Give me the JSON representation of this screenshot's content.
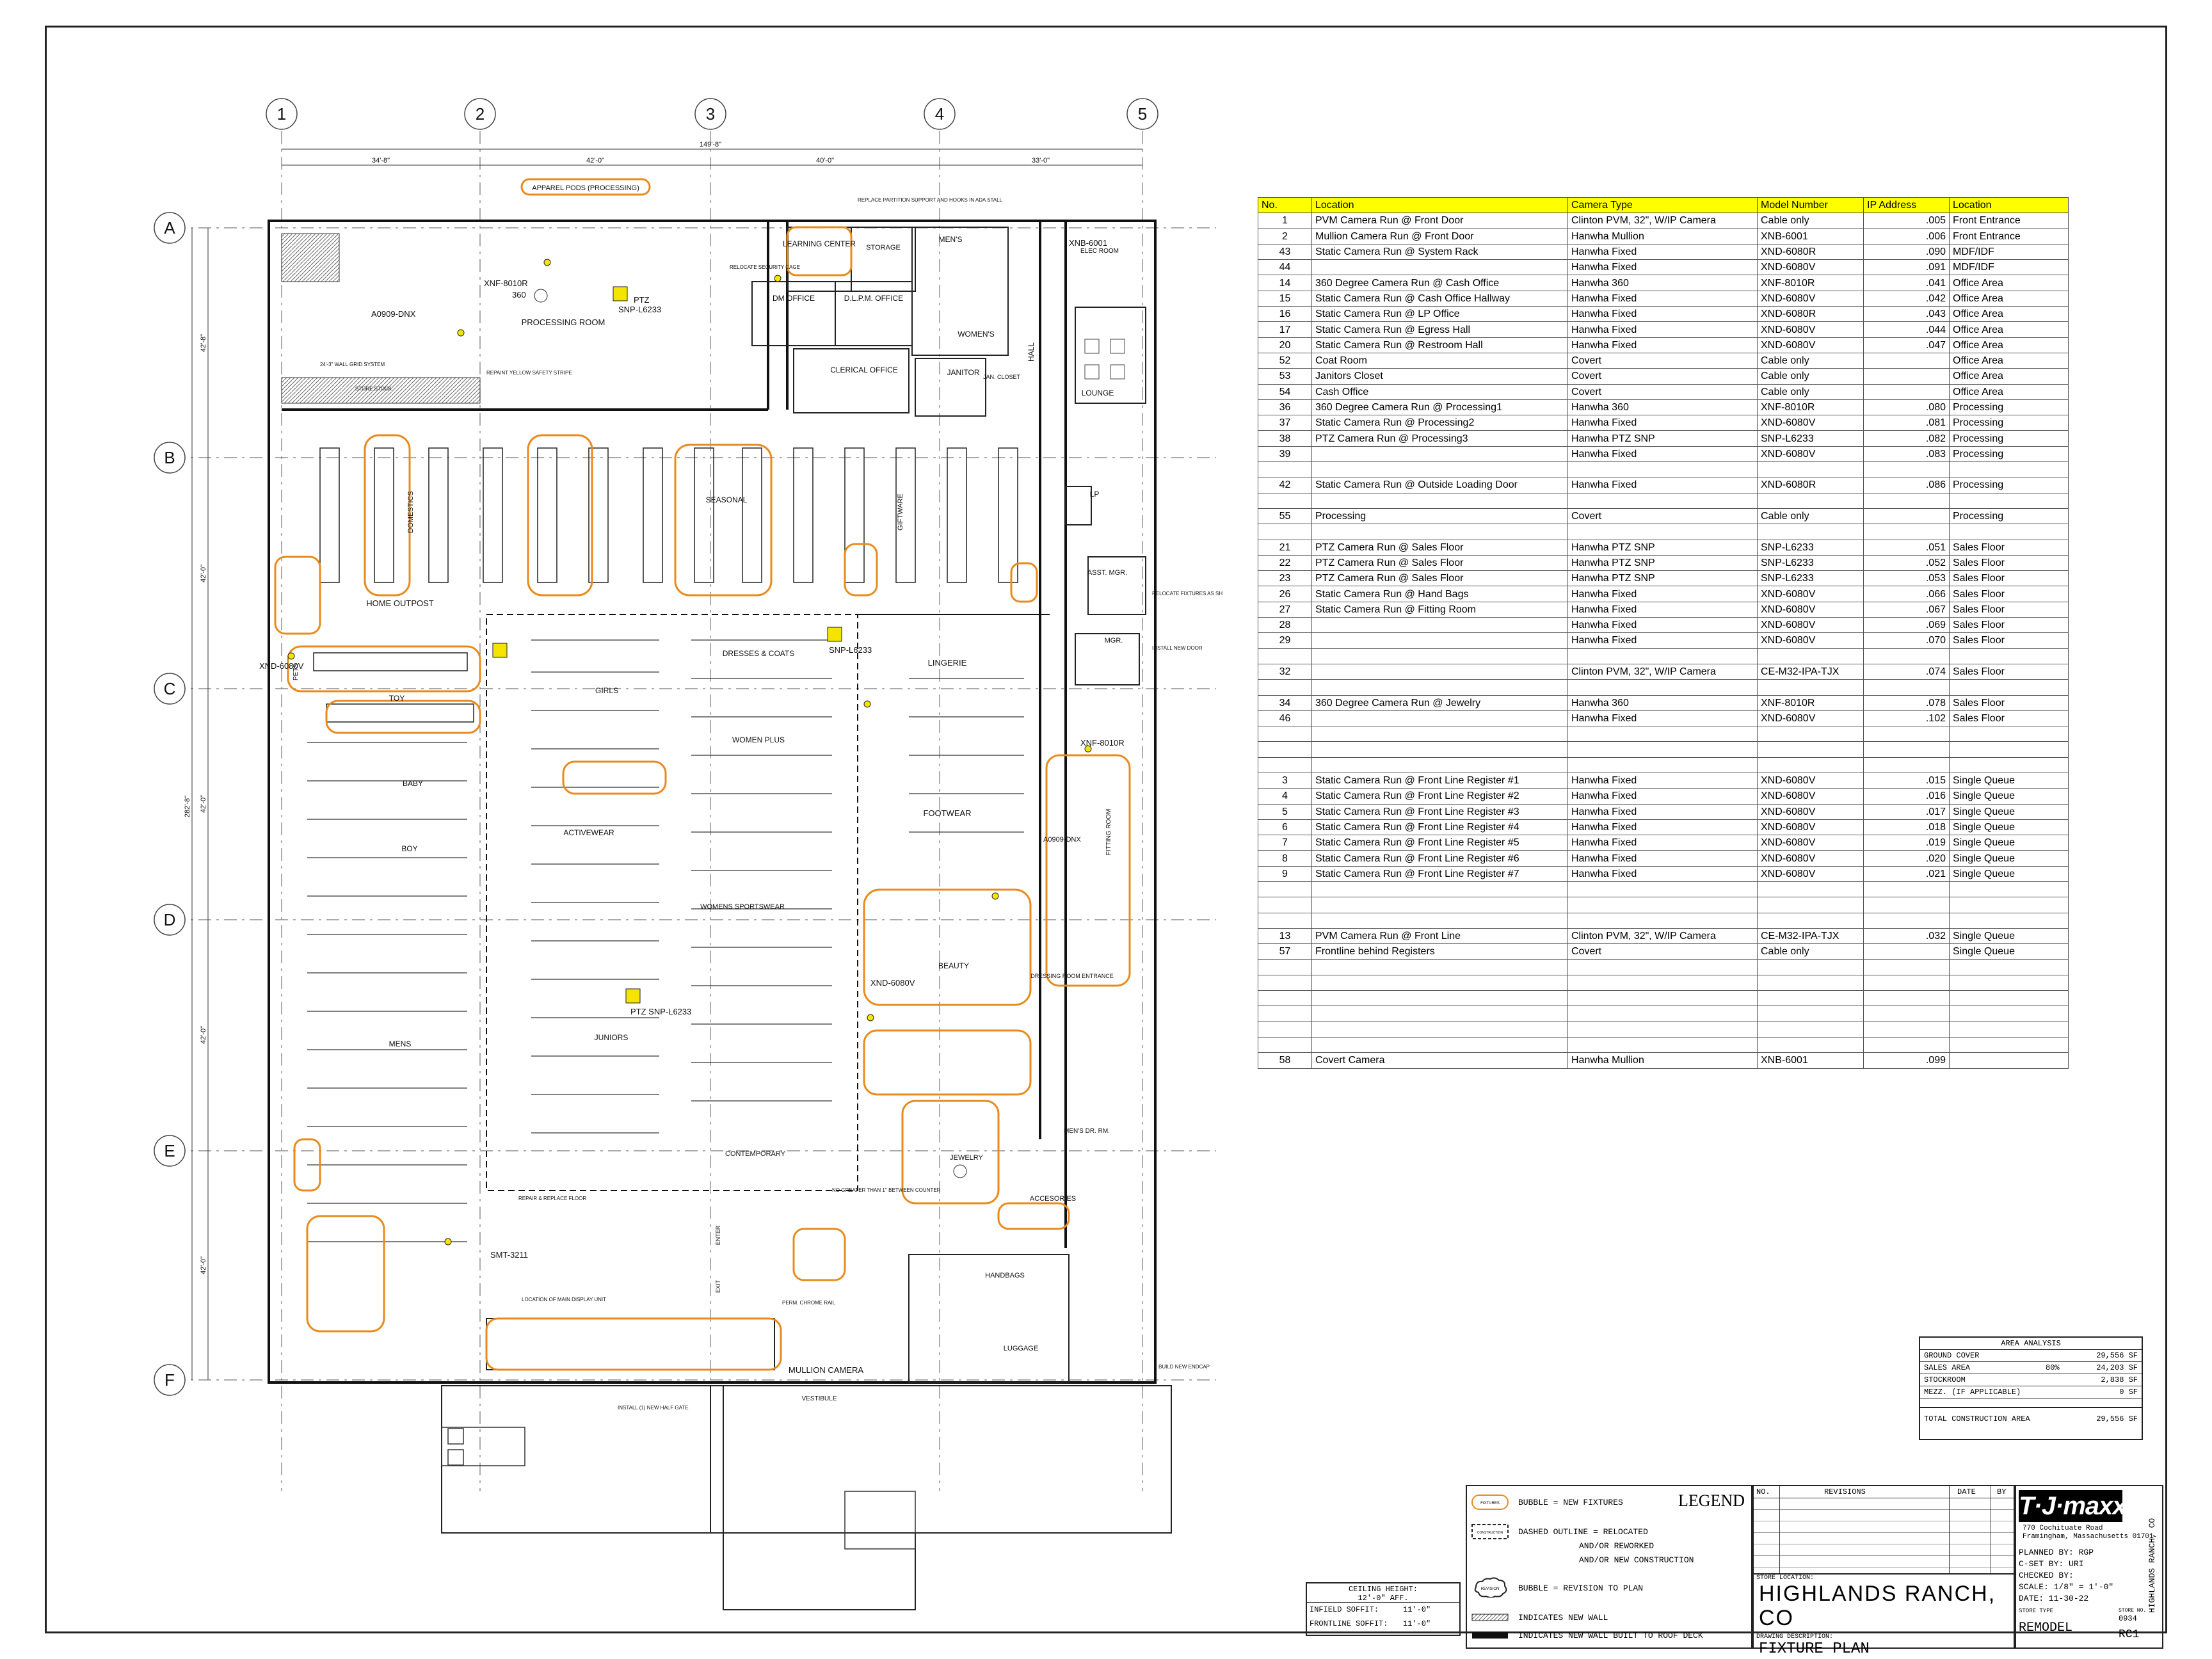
{
  "columns": [
    "1",
    "2",
    "3",
    "4",
    "5"
  ],
  "rows": [
    "A",
    "B",
    "C",
    "D",
    "E",
    "F"
  ],
  "dimensions": {
    "overall": "149'-8\"",
    "bays": [
      "34'-8\"",
      "42'-0\"",
      "40'-0\"",
      "33'-0\""
    ],
    "rows_overall": "282'-8\"",
    "rows": [
      "42'-8\"",
      "42'-0\"",
      "42'-0\"",
      "42'-0\"",
      "42'-0\""
    ]
  },
  "rooms": {
    "processing": "PROCESSING ROOM",
    "apparel": "APPAREL PODS (PROCESSING)",
    "learning": "LEARNING CENTER",
    "storage": "STORAGE",
    "dm_office": "DM OFFICE",
    "dlpm_office": "D.L.P.M. OFFICE",
    "mens": "MEN'S",
    "womens": "WOMEN'S",
    "janitor": "JANITOR",
    "jan_closet": "JAN. CLOSET",
    "clerical": "CLERICAL OFFICE",
    "hall": "HALL",
    "lounge": "LOUNGE",
    "elec": "ELEC ROOM",
    "lp": "LP",
    "asst_mgr": "ASST. MGR.",
    "mgr": "MGR.",
    "fitting": "FITTING ROOM",
    "dressing": "DRESSING ROOM ENTRANCE",
    "mens_dr": "MEN'S DR. RM.",
    "home_outpost": "HOME OUTPOST",
    "pets": "PETS",
    "toy": "TOY",
    "baby": "BABY",
    "boy": "BOY",
    "mens_dept": "MENS",
    "girls": "GIRLS",
    "activewear": "ACTIVEWEAR",
    "juniors": "JUNIORS",
    "contemporary": "CONTEMPORARY",
    "dresses": "DRESSES & COATS",
    "women_plus": "WOMEN PLUS",
    "womens_sport": "WOMENS SPORTSWEAR",
    "lingerie": "LINGERIE",
    "footwear": "FOOTWEAR",
    "beauty": "BEAUTY",
    "jewelry": "JEWELRY",
    "accesories": "ACCESORIES",
    "handbags": "HANDBAGS",
    "luggage": "LUGGAGE",
    "seasonal": "SEASONAL",
    "giftware": "GIFTWARE",
    "domestics": "DOMESTICS",
    "vestibule": "VESTIBULE",
    "enter": "ENTER",
    "exit": "EXIT"
  },
  "cams": {
    "c1": "XNF-8010R",
    "c1b": "360",
    "c2": "PTZ",
    "c2b": "SNP-L6233",
    "c3": "A0909-DNX",
    "c4": "XND-6080V",
    "c5": "SNP-L6233",
    "c6": "XNB-6001",
    "c7": "SMT-3211",
    "c8": "XND-6080V",
    "c9": "MULLION CAMERA",
    "c10": "A0909-DNX",
    "c11": "XNF-8010R",
    "c12": "PTZ SNP-L6233"
  },
  "notes": {
    "n1": "RELOCATE SECURITY CAGE",
    "n2": "REPLACE PARTITION SUPPORT AND HOOKS IN ADA STALL",
    "n3": "REPAINT YELLOW SAFETY STRIPE",
    "n4": "24'-3\" WALL GRID SYSTEM",
    "n5": "STORE STOCK",
    "n6": "REPAIR & REPLACE FLOOR",
    "n7": "LOCATION OF MAIN DISPLAY UNIT",
    "n8": "PERM. CHROME RAIL",
    "n9": "INSTALL (1) NEW HALF GATE",
    "n10": "BUILD NEW ENDCAP",
    "n11": "RELOCATE FIXTURES AS SHOWN",
    "n12": "INSTALL NEW DOOR",
    "n13": "NO GREATER THAN 1'' BETWEEN COUNTER"
  },
  "table": {
    "headers": [
      "No.",
      "Location",
      "Camera Type",
      "Model Number",
      "IP Address",
      "Location"
    ],
    "rows": [
      [
        "1",
        "PVM Camera Run @ Front Door",
        "Clinton PVM, 32\", W/IP Camera",
        "Cable only",
        ".005",
        "Front Entrance"
      ],
      [
        "2",
        "Mullion Camera Run @ Front Door",
        "Hanwha Mullion",
        "XNB-6001",
        ".006",
        "Front Entrance"
      ],
      [
        "43",
        "Static Camera Run @ System Rack",
        "Hanwha Fixed",
        "XND-6080R",
        ".090",
        "MDF/IDF"
      ],
      [
        "44",
        "",
        "Hanwha Fixed",
        "XND-6080V",
        ".091",
        "MDF/IDF"
      ],
      [
        "14",
        "360 Degree Camera Run @ Cash Office",
        "Hanwha 360",
        "XNF-8010R",
        ".041",
        "Office Area"
      ],
      [
        "15",
        "Static Camera Run @ Cash Office Hallway",
        "Hanwha Fixed",
        "XND-6080V",
        ".042",
        "Office Area"
      ],
      [
        "16",
        "Static Camera Run @ LP Office",
        "Hanwha Fixed",
        "XND-6080R",
        ".043",
        "Office Area"
      ],
      [
        "17",
        "Static Camera Run @ Egress Hall",
        "Hanwha Fixed",
        "XND-6080V",
        ".044",
        "Office Area"
      ],
      [
        "20",
        "Static Camera Run @ Restroom Hall",
        "Hanwha Fixed",
        "XND-6080V",
        ".047",
        "Office Area"
      ],
      [
        "52",
        "Coat Room",
        "Covert",
        "Cable only",
        "",
        "Office Area"
      ],
      [
        "53",
        "Janitors Closet",
        "Covert",
        "Cable only",
        "",
        "Office Area"
      ],
      [
        "54",
        "Cash Office",
        "Covert",
        "Cable only",
        "",
        "Office Area"
      ],
      [
        "36",
        "360 Degree Camera Run @ Processing1",
        "Hanwha 360",
        "XNF-8010R",
        ".080",
        "Processing"
      ],
      [
        "37",
        "Static Camera Run @ Processing2",
        "Hanwha Fixed",
        "XND-6080V",
        ".081",
        "Processing"
      ],
      [
        "38",
        "PTZ Camera Run @ Processing3",
        "Hanwha PTZ SNP",
        "SNP-L6233",
        ".082",
        "Processing"
      ],
      [
        "39",
        "",
        "Hanwha Fixed",
        "XND-6080V",
        ".083",
        "Processing"
      ],
      [
        "",
        "",
        "",
        "",
        "",
        ""
      ],
      [
        "42",
        "Static Camera Run @ Outside Loading Door",
        "Hanwha Fixed",
        "XND-6080R",
        ".086",
        "Processing"
      ],
      [
        "",
        "",
        "",
        "",
        "",
        ""
      ],
      [
        "55",
        "Processing",
        "Covert",
        "Cable only",
        "",
        "Processing"
      ],
      [
        "",
        "",
        "",
        "",
        "",
        ""
      ],
      [
        "21",
        "PTZ Camera Run @ Sales Floor",
        "Hanwha PTZ SNP",
        "SNP-L6233",
        ".051",
        "Sales Floor"
      ],
      [
        "22",
        "PTZ Camera Run @ Sales Floor",
        "Hanwha PTZ SNP",
        "SNP-L6233",
        ".052",
        "Sales Floor"
      ],
      [
        "23",
        "PTZ Camera Run @ Sales Floor",
        "Hanwha PTZ SNP",
        "SNP-L6233",
        ".053",
        "Sales Floor"
      ],
      [
        "26",
        "Static Camera Run @ Hand Bags",
        "Hanwha Fixed",
        "XND-6080V",
        ".066",
        "Sales Floor"
      ],
      [
        "27",
        "Static Camera Run @ Fitting Room",
        "Hanwha Fixed",
        "XND-6080V",
        ".067",
        "Sales Floor"
      ],
      [
        "28",
        "",
        "Hanwha Fixed",
        "XND-6080V",
        ".069",
        "Sales Floor"
      ],
      [
        "29",
        "",
        "Hanwha Fixed",
        "XND-6080V",
        ".070",
        "Sales Floor"
      ],
      [
        "",
        "",
        "",
        "",
        "",
        ""
      ],
      [
        "32",
        "",
        "Clinton PVM, 32\", W/IP Camera",
        "CE-M32-IPA-TJX",
        ".074",
        "Sales Floor"
      ],
      [
        "",
        "",
        "",
        "",
        "",
        ""
      ],
      [
        "34",
        "360 Degree Camera Run @ Jewelry",
        "Hanwha 360",
        "XNF-8010R",
        ".078",
        "Sales Floor"
      ],
      [
        "46",
        "",
        "Hanwha Fixed",
        "XND-6080V",
        ".102",
        "Sales Floor"
      ],
      [
        "",
        "",
        "",
        "",
        "",
        ""
      ],
      [
        "",
        "",
        "",
        "",
        "",
        ""
      ],
      [
        "",
        "",
        "",
        "",
        "",
        ""
      ],
      [
        "3",
        "Static Camera Run @ Front Line Register #1",
        "Hanwha Fixed",
        "XND-6080V",
        ".015",
        "Single Queue"
      ],
      [
        "4",
        "Static Camera Run @ Front Line Register #2",
        "Hanwha Fixed",
        "XND-6080V",
        ".016",
        "Single Queue"
      ],
      [
        "5",
        "Static Camera Run @ Front Line Register #3",
        "Hanwha Fixed",
        "XND-6080V",
        ".017",
        "Single Queue"
      ],
      [
        "6",
        "Static Camera Run @ Front Line Register #4",
        "Hanwha Fixed",
        "XND-6080V",
        ".018",
        "Single Queue"
      ],
      [
        "7",
        "Static Camera Run @ Front Line Register #5",
        "Hanwha Fixed",
        "XND-6080V",
        ".019",
        "Single Queue"
      ],
      [
        "8",
        "Static Camera Run @ Front Line Register #6",
        "Hanwha Fixed",
        "XND-6080V",
        ".020",
        "Single Queue"
      ],
      [
        "9",
        "Static Camera Run @ Front Line Register #7",
        "Hanwha Fixed",
        "XND-6080V",
        ".021",
        "Single Queue"
      ],
      [
        "",
        "",
        "",
        "",
        "",
        ""
      ],
      [
        "",
        "",
        "",
        "",
        "",
        ""
      ],
      [
        "",
        "",
        "",
        "",
        "",
        ""
      ],
      [
        "13",
        "PVM Camera Run @ Front Line",
        "Clinton PVM, 32\", W/IP Camera",
        "CE-M32-IPA-TJX",
        ".032",
        "Single Queue"
      ],
      [
        "57",
        "Frontline behind Registers",
        "Covert",
        "Cable only",
        "",
        "Single Queue"
      ],
      [
        "",
        "",
        "",
        "",
        "",
        ""
      ],
      [
        "",
        "",
        "",
        "",
        "",
        ""
      ],
      [
        "",
        "",
        "",
        "",
        "",
        ""
      ],
      [
        "",
        "",
        "",
        "",
        "",
        ""
      ],
      [
        "",
        "",
        "",
        "",
        "",
        ""
      ],
      [
        "",
        "",
        "",
        "",
        "",
        ""
      ],
      [
        "58",
        "Covert Camera",
        "Hanwha Mullion",
        "XNB-6001",
        ".099",
        ""
      ]
    ]
  },
  "area": {
    "title": "AREA ANALYSIS",
    "rows": [
      [
        "GROUND COVER",
        "",
        "29,556 SF"
      ],
      [
        "SALES AREA",
        "80%",
        "24,203 SF"
      ],
      [
        "STOCKROOM",
        "",
        "2,838 SF"
      ],
      [
        "MEZZ. (IF APPLICABLE)",
        "",
        "0 SF"
      ]
    ],
    "total_label": "TOTAL CONSTRUCTION AREA",
    "total_value": "29,556 SF"
  },
  "ceiling": {
    "title": "CEILING HEIGHT:",
    "value": "12'-0\" AFF.",
    "infield_label": "INFIELD SOFFIT:",
    "infield_value": "11'-0\"",
    "frontline_label": "FRONTLINE SOFFIT:",
    "frontline_value": "11'-0\""
  },
  "legend": {
    "title": "LEGEND",
    "sym1": "FIXTURES",
    "item1": "BUBBLE = NEW FIXTURES",
    "sym2": "CONSTRUCTION",
    "item2a": "DASHED OUTLINE = RELOCATED",
    "item2b": "AND/OR REWORKED",
    "item2c": "AND/OR NEW CONSTRUCTION",
    "sym3": "REVISION",
    "item3": "BUBBLE = REVISION TO PLAN",
    "item4": "INDICATES NEW WALL",
    "item5": "INDICATES NEW WALL BUILT TO ROOF DECK"
  },
  "revisions": {
    "no": "NO.",
    "revisions": "REVISIONS",
    "date": "DATE",
    "by": "BY"
  },
  "store": {
    "loc_caption": "STORE LOCATION:",
    "location": "HIGHLANDS RANCH, CO",
    "desc_caption": "DRAWING DESCRIPTION:",
    "description": "FIXTURE PLAN"
  },
  "titleblock": {
    "brand": "T·J·maxx",
    "addr1": "770 Cochituate Road",
    "addr2": "Framingham, Massachusetts 01701",
    "planned": "PLANNED BY: RGP",
    "cset": "C-SET BY: URI",
    "checked": "CHECKED BY:",
    "scale": "SCALE: 1/8\" = 1'-0\"",
    "date": "DATE: 11-30-22",
    "store_type_caption": "STORE TYPE",
    "store_type": "REMODEL",
    "store_no_caption": "STORE NO.",
    "store_no": "0934",
    "drawing_no": "RC1",
    "side": "HIGHLANDS RANCH, CO"
  }
}
